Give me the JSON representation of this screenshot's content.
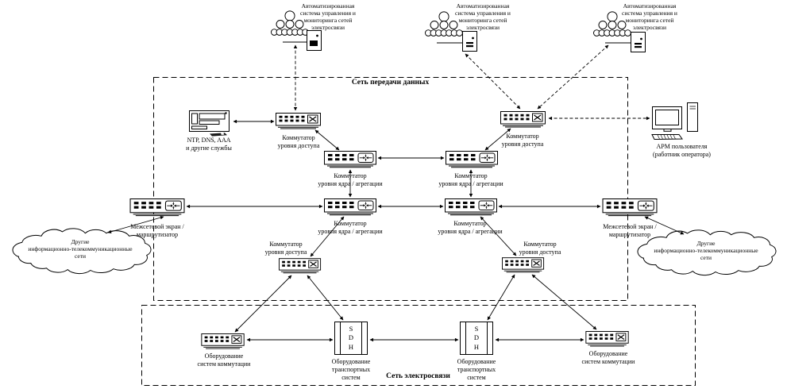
{
  "titles": {
    "data_network": "Сеть передачи данных",
    "telecom_network": "Сеть электросвязи"
  },
  "labels": {
    "mgmt_lines": [
      "Автоматизированная",
      "система управления и",
      "мониторинга сетей",
      "электросвязи"
    ],
    "access_switch_lines": [
      "Коммутатор",
      "уровня доступа"
    ],
    "core_switch_lines": [
      "Коммутатор",
      "уровня ядра / агрегации"
    ],
    "firewall_lines": [
      "Межсетевой экран /",
      "маршрутизатор"
    ],
    "cloud_lines": [
      "Другие",
      "информационно-телекоммуникационные",
      "сети"
    ],
    "ntp_lines": [
      "NTP, DNS, AAA",
      "и другие службы"
    ],
    "arm_lines": [
      "АРМ пользователя",
      "(работник оператора)"
    ],
    "switching_eq_lines": [
      "Оборудование",
      "систем коммутации"
    ],
    "transport_eq_lines": [
      "Оборудование",
      "транспортных",
      "систем"
    ],
    "sdh_letters": [
      "S",
      "D",
      "H"
    ]
  }
}
